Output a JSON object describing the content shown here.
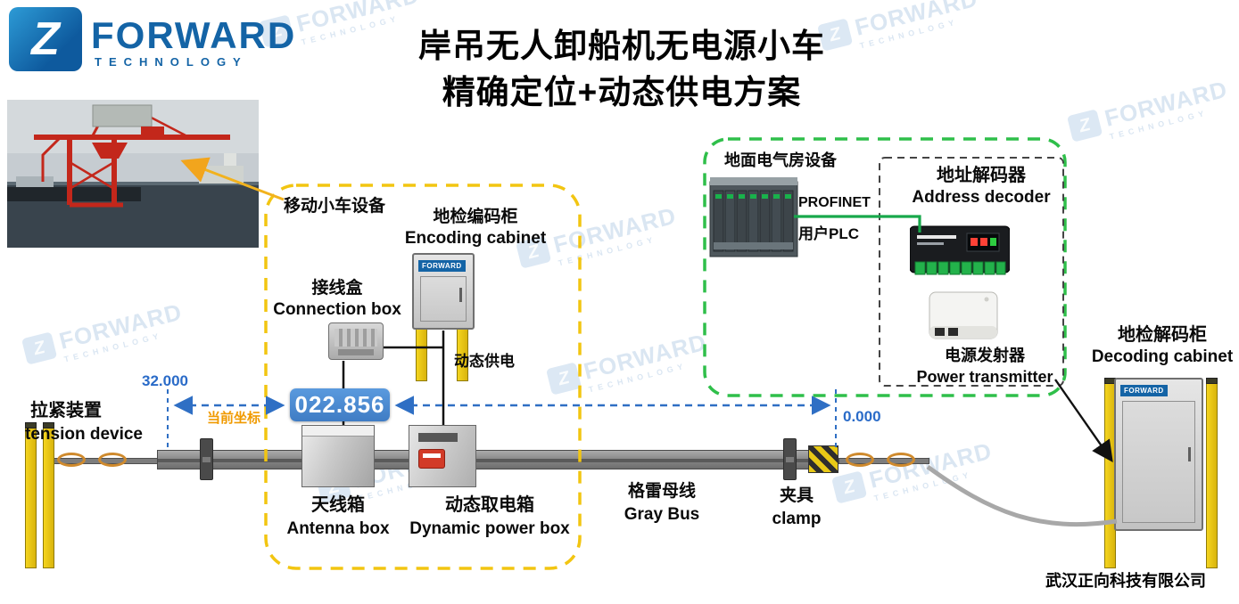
{
  "logo": {
    "z": "Z",
    "brand": "FORWARD",
    "sub": "TECHNOLOGY"
  },
  "title": {
    "line1": "岸吊无人卸船机无电源小车",
    "line2": "精确定位+动态供电方案"
  },
  "trolley": {
    "group_label": "移动小车设备",
    "encoding_cabinet_zh": "地检编码柜",
    "encoding_cabinet_en": "Encoding cabinet",
    "cabinet_brand": "FORWARD",
    "connection_box_zh": "接线盒",
    "connection_box_en": "Connection box",
    "dynamic_supply": "动态供电",
    "antenna_box_zh": "天线箱",
    "antenna_box_en": "Antenna box",
    "power_box_zh": "动态取电箱",
    "power_box_en": "Dynamic power box"
  },
  "ground": {
    "group_label": "地面电气房设备",
    "profinet": "PROFINET",
    "user_plc": "用户PLC",
    "address_decoder_zh": "地址解码器",
    "address_decoder_en": "Address decoder",
    "power_transmitter_zh": "电源发射器",
    "power_transmitter_en": "Power transmitter"
  },
  "decoding": {
    "zh": "地检解码柜",
    "en": "Decoding cabinet",
    "cabinet_brand": "FORWARD"
  },
  "rail": {
    "tension_zh": "拉紧装置",
    "tension_en": "tension device",
    "graybus_zh": "格雷母线",
    "graybus_en": "Gray Bus",
    "clamp_zh": "夹具",
    "clamp_en": "clamp"
  },
  "coords": {
    "left_value": "32.000",
    "right_value": "0.000",
    "current_label": "当前坐标",
    "display_value": "022.856"
  },
  "footer": {
    "company": "武汉正向科技有限公司"
  },
  "colors": {
    "brand_blue": "#1464a6",
    "group_yellow": "#f2c511",
    "group_green": "#2fbf4a",
    "coord_blue": "#2f6fc4",
    "coord_orange": "#f09a00",
    "display_bg": "#4d8fd1"
  }
}
